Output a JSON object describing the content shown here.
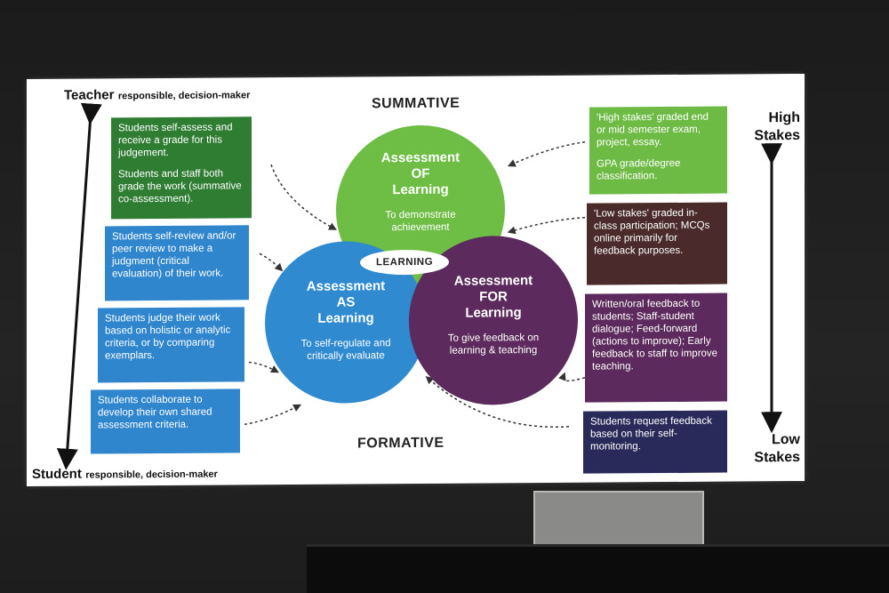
{
  "slide": {
    "axis_top": {
      "primary": "Teacher",
      "secondary": "responsible, decision-maker"
    },
    "axis_bottom": {
      "primary": "Student",
      "secondary": "responsible, decision-maker"
    },
    "heading_top": "SUMMATIVE",
    "heading_bottom": "FORMATIVE",
    "stakes_high": [
      "High",
      "Stakes"
    ],
    "stakes_low": [
      "Low",
      "Stakes"
    ],
    "center_label": "LEARNING",
    "circles": {
      "of": {
        "title": [
          "Assessment",
          "OF",
          "Learning"
        ],
        "sub": "To demonstrate achievement",
        "color": "#6ebd45"
      },
      "as": {
        "title": [
          "Assessment",
          "AS",
          "Learning"
        ],
        "sub": "To self-regulate and critically evaluate",
        "color": "#2f8ad0"
      },
      "for": {
        "title": [
          "Assessment",
          "FOR",
          "Learning"
        ],
        "sub": "To give feedback on learning & teaching",
        "color": "#5c2a5c"
      }
    },
    "left_boxes": [
      {
        "paragraphs": [
          "Students self-assess and receive a grade for this judgement.",
          "Students and staff both grade the work (summative co-assessment)."
        ],
        "color": "#2e7d32"
      },
      {
        "paragraphs": [
          "Students self-review and/or peer review to make a judgment (critical evaluation) of their work."
        ],
        "color": "#2f86cc"
      },
      {
        "paragraphs": [
          "Students judge their work based on holistic or analytic criteria, or by comparing exemplars."
        ],
        "color": "#2f86cc"
      },
      {
        "paragraphs": [
          "Students collaborate to develop their own shared assessment criteria."
        ],
        "color": "#2f86cc"
      }
    ],
    "right_boxes": [
      {
        "paragraphs": [
          "'High stakes' graded end or mid semester exam, project, essay.",
          "GPA grade/degree classification."
        ],
        "color": "#6dbb45"
      },
      {
        "paragraphs": [
          "'Low stakes' graded in-class participation; MCQs online primarily for feedback purposes."
        ],
        "color": "#4a2a2a"
      },
      {
        "paragraphs": [
          "Written/oral feedback to students; Staff-student dialogue; Feed-forward (actions to improve); Early feedback to staff to improve teaching."
        ],
        "color": "#5c2a5c"
      },
      {
        "paragraphs": [
          "Students request feedback based on their self-monitoring."
        ],
        "color": "#2a2a5a"
      }
    ]
  }
}
